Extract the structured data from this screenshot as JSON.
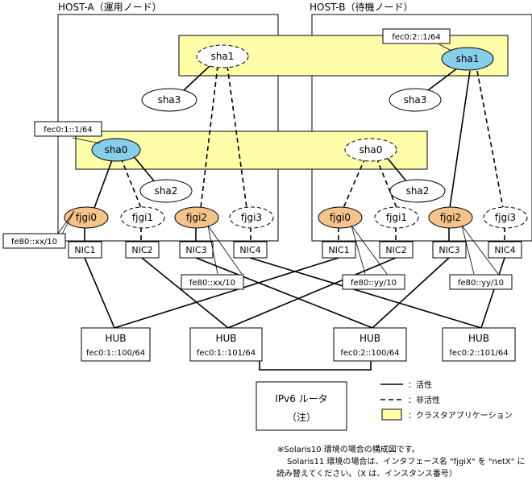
{
  "hosts": {
    "a": "HOST-A（運用ノード）",
    "b": "HOST-B（待機ノード）"
  },
  "sha": {
    "a0": "sha0",
    "a1": "sha1",
    "a2": "sha2",
    "a3": "sha3",
    "b0": "sha0",
    "b1": "sha1",
    "b2": "sha2",
    "b3": "sha3"
  },
  "fjgi": {
    "a0": "fjgi0",
    "a1": "fjgi1",
    "a2": "fjgi2",
    "a3": "fjgi3",
    "b0": "fjgi0",
    "b1": "fjgi1",
    "b2": "fjgi2",
    "b3": "fjgi3"
  },
  "nic": {
    "a1": "NIC1",
    "a2": "NIC2",
    "a3": "NIC3",
    "a4": "NIC4",
    "b1": "NIC1",
    "b2": "NIC2",
    "b3": "NIC3",
    "b4": "NIC4"
  },
  "addr": {
    "a_sha0": "fec0:1::1/64",
    "b_sha1": "fec0:2::1/64",
    "a_fjgi0": "fe80::xx/10",
    "a_fjgi2": "fe80::xx/10",
    "b_fjgi0": "fe80::yy/10",
    "b_fjgi2": "fe80::yy/10"
  },
  "hubs": [
    {
      "title": "HUB",
      "addr": "fec0:1::100/64"
    },
    {
      "title": "HUB",
      "addr": "fec0:1::101/64"
    },
    {
      "title": "HUB",
      "addr": "fec0:2::100/64"
    },
    {
      "title": "HUB",
      "addr": "fec0:2::101/64"
    }
  ],
  "router": {
    "line1": "IPv6 ルータ",
    "line2": "（注）"
  },
  "legend": {
    "active": "：活性",
    "inactive": "：非活性",
    "app": "：クラスタアプリケーション"
  },
  "note": {
    "line1": "※Solaris10 環境の場合の構成図です。",
    "line2": "Solaris11 環境の場合は、インタフェース名 \"fjgiX\" を \"netX\" に",
    "line3": "読み替えてください。（X は、インスタンス番号）"
  },
  "colors": {
    "app_fill": "#ffffaa",
    "sha_active": "#87ceeb",
    "fjgi_active": "#f5c48a"
  }
}
